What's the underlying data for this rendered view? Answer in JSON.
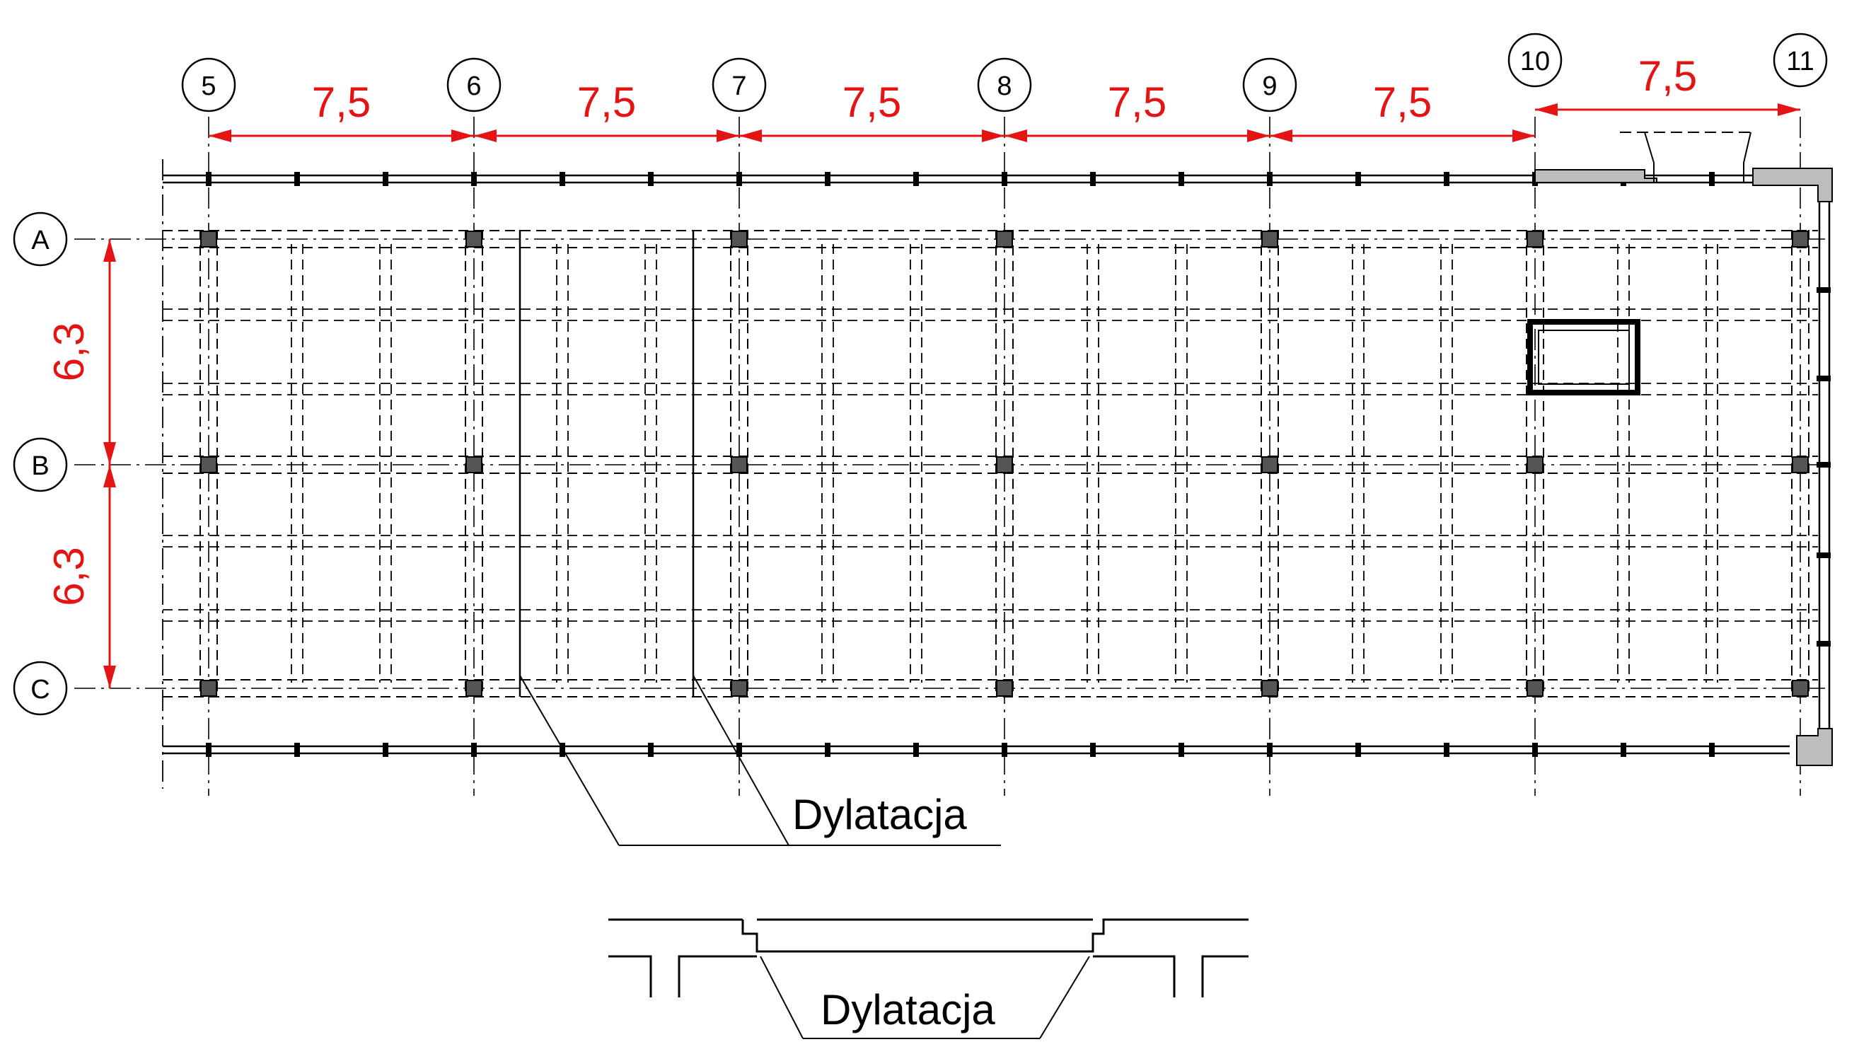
{
  "columns": [
    {
      "label": "5"
    },
    {
      "label": "6"
    },
    {
      "label": "7"
    },
    {
      "label": "8"
    },
    {
      "label": "9"
    },
    {
      "label": "10"
    },
    {
      "label": "11"
    }
  ],
  "rows": [
    {
      "label": "A"
    },
    {
      "label": "B"
    },
    {
      "label": "C"
    }
  ],
  "bay_spans": [
    "7,5",
    "7,5",
    "7,5",
    "7,5",
    "7,5",
    "7,5"
  ],
  "row_spans": [
    "6,3",
    "6,3"
  ],
  "annotations": {
    "plan_expansion_joint": "Dylatacja",
    "detail_expansion_joint": "Dylatacja"
  },
  "colors": {
    "dimension": "#e41414",
    "lines": "#000000"
  }
}
